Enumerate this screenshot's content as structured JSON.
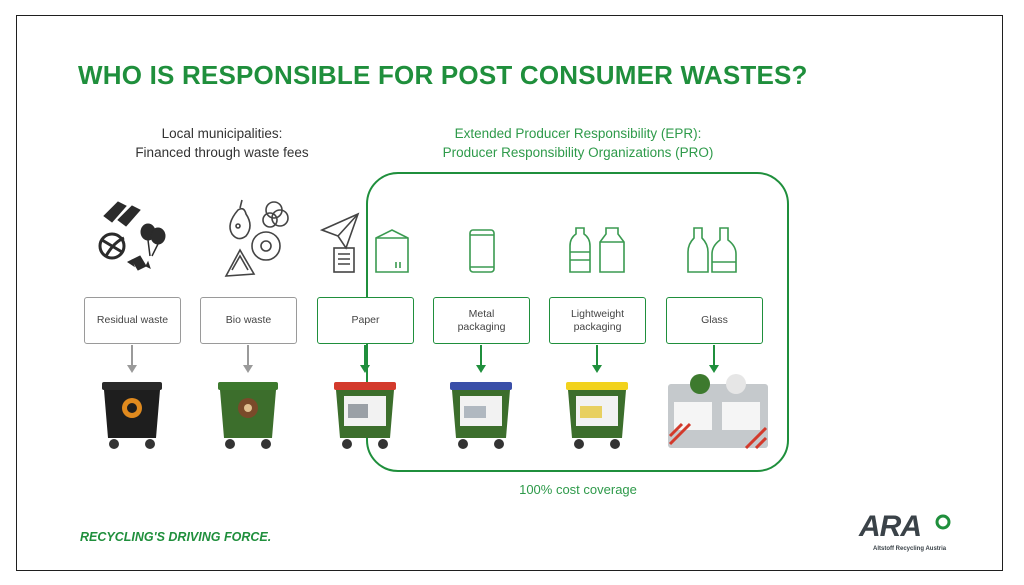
{
  "slide": {
    "title": "WHO IS RESPONSIBLE FOR POST CONSUMER WASTES?",
    "local_header": [
      "Local municipalities:",
      "Financed through waste fees"
    ],
    "epr_header": [
      "Extended Producer Responsibility (EPR):",
      "Producer Responsibility Organizations (PRO)"
    ],
    "categories": [
      {
        "label": [
          "Residual waste"
        ],
        "icon": "residual-waste-icon",
        "lid_color": "#2a2a2a",
        "body_color": "#1e1e1e",
        "responsibility": "municipal"
      },
      {
        "label": [
          "Bio waste"
        ],
        "icon": "bio-waste-icon",
        "lid_color": "#3d7a2e",
        "body_color": "#3c6e2c",
        "responsibility": "municipal"
      },
      {
        "label": [
          "Paper"
        ],
        "icon": "paper-icon",
        "lid_color": "#d33a2c",
        "body_color": "#3c6e2c",
        "responsibility": "epr"
      },
      {
        "label": [
          "Metal",
          "packaging"
        ],
        "icon": "metal-packaging-icon",
        "lid_color": "#3a4fa8",
        "body_color": "#3c6e2c",
        "responsibility": "epr"
      },
      {
        "label": [
          "Lightweight",
          "packaging"
        ],
        "icon": "lightweight-packaging-icon",
        "lid_color": "#f2d21c",
        "body_color": "#3c6e2c",
        "responsibility": "epr"
      },
      {
        "label": [
          "Glass"
        ],
        "icon": "glass-icon",
        "lid_color": "#c8ccd0",
        "body_color": "#c5c9cc",
        "responsibility": "epr"
      }
    ],
    "coverage_note": "100% cost coverage",
    "tagline": "RECYCLING'S DRIVING FORCE.",
    "logo": {
      "name": "ARA",
      "subtitle": "Altstoff Recycling Austria"
    },
    "colors": {
      "brand_green": "#1f8f3c",
      "grey_border": "#9a9a9a",
      "text_dark": "#333333"
    }
  }
}
